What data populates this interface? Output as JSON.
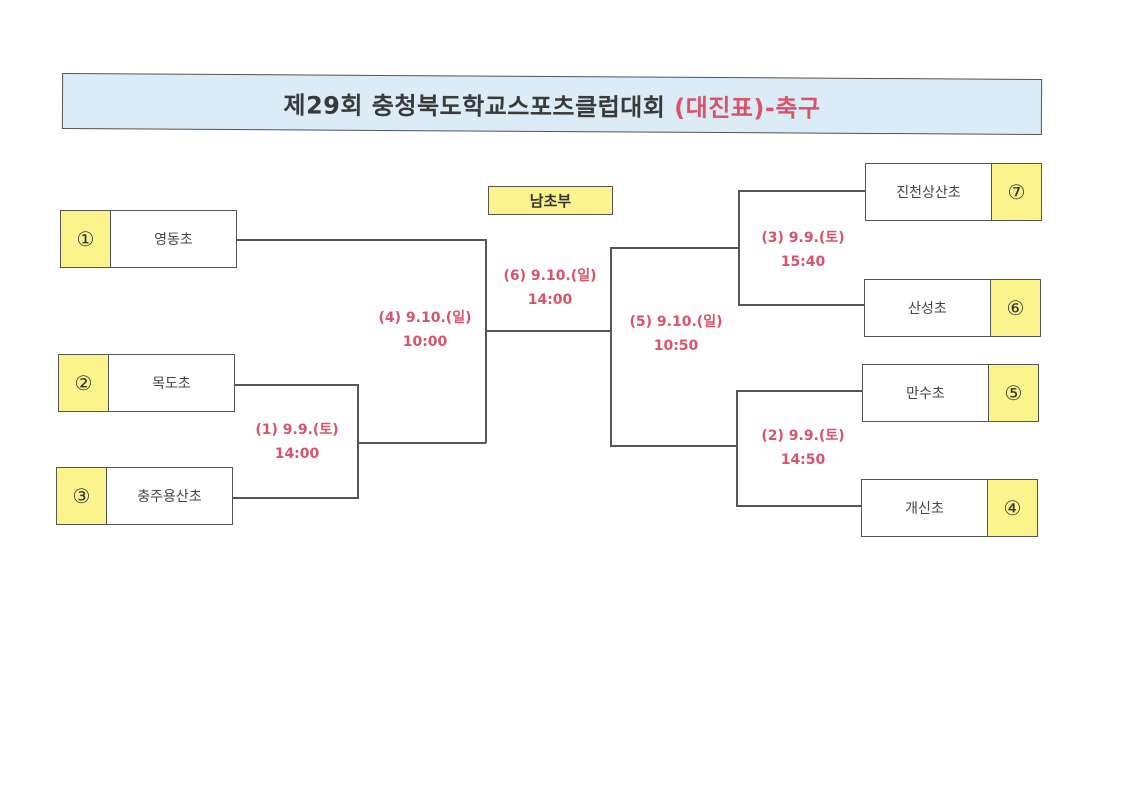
{
  "title": {
    "main": "제29회 충청북도학교스포츠클럽대회 ",
    "accent": "(대진표)-축구"
  },
  "division": "남초부",
  "teams": [
    {
      "seed": "①",
      "name": "영동초"
    },
    {
      "seed": "②",
      "name": "목도초"
    },
    {
      "seed": "③",
      "name": "충주용산초"
    },
    {
      "seed": "④",
      "name": "개신초"
    },
    {
      "seed": "⑤",
      "name": "만수초"
    },
    {
      "seed": "⑥",
      "name": "산성초"
    },
    {
      "seed": "⑦",
      "name": "진천상산초"
    }
  ],
  "matches": [
    {
      "label": "(1) 9.9.(토)",
      "time": "14:00"
    },
    {
      "label": "(2) 9.9.(토)",
      "time": "14:50"
    },
    {
      "label": "(3) 9.9.(토)",
      "time": "15:40"
    },
    {
      "label": "(4) 9.10.(일)",
      "time": "10:00"
    },
    {
      "label": "(5) 9.10.(일)",
      "time": "10:50"
    },
    {
      "label": "(6) 9.10.(일)",
      "time": "14:00"
    }
  ],
  "colors": {
    "accent": "#d9546a",
    "seed_fill": "#fbf48c",
    "title_fill": "#dcecf6",
    "line": "#555555"
  }
}
